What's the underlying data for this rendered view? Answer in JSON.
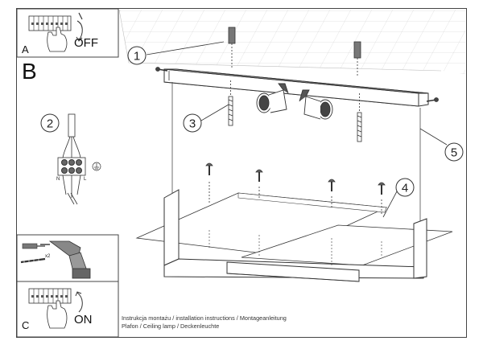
{
  "panels": {
    "a": {
      "letter": "A",
      "action": "OFF"
    },
    "b": {
      "letter": "B"
    },
    "c": {
      "letter": "C",
      "action": "ON"
    }
  },
  "drill": {
    "quantity": "x2"
  },
  "wiring": {
    "left_terminal": "N",
    "right_terminal": "L"
  },
  "callouts": [
    "1",
    "2",
    "3",
    "4",
    "5"
  ],
  "caption": {
    "line1": "Instrukcja montażu / installation instructions / Montageanleitung",
    "line2": "Plafon / Ceiling lamp / Deckenleuchte"
  }
}
